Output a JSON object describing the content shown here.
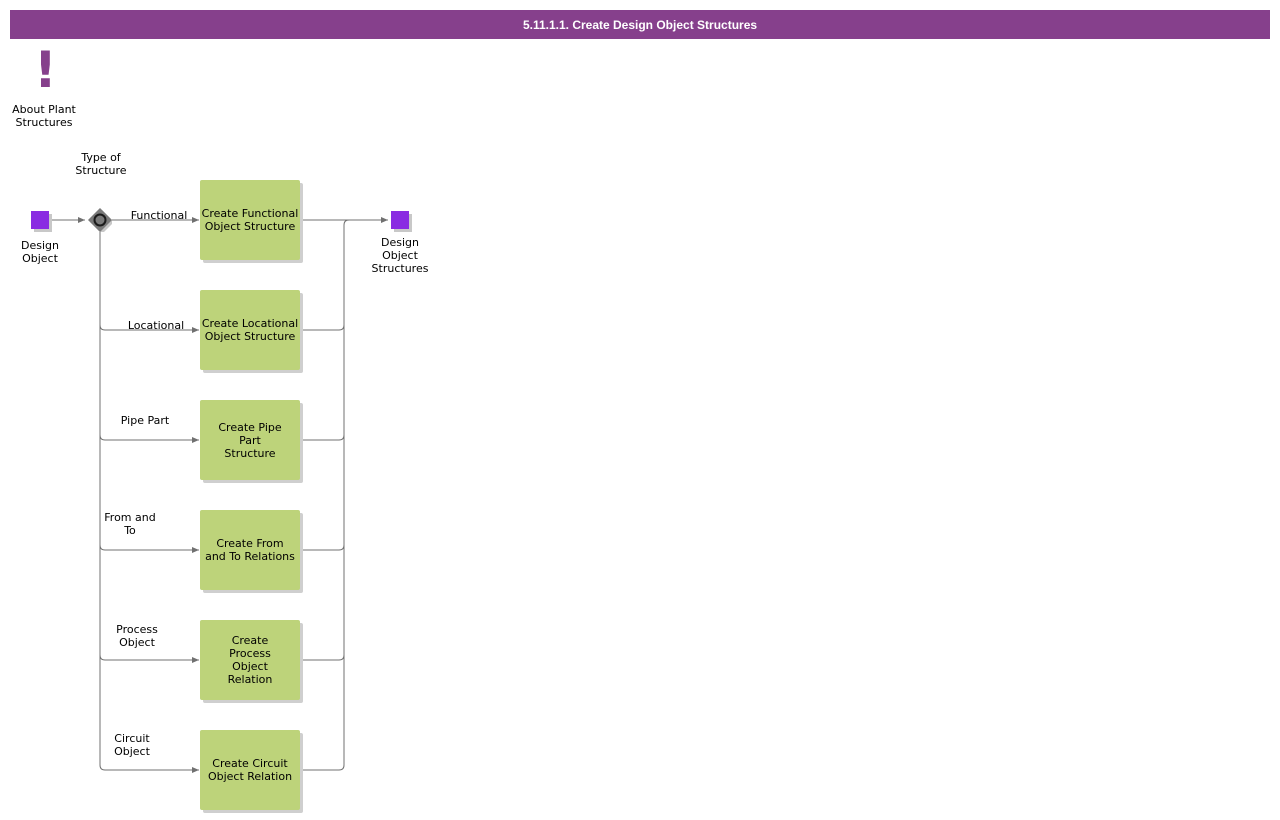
{
  "header": {
    "title": "5.11.1.1. Create Design Object Structures"
  },
  "info": {
    "label": "About Plant\nStructures",
    "icon": "exclamation-icon",
    "color": "#86408c"
  },
  "start_event": {
    "label": "Design\nObject"
  },
  "end_event": {
    "label": "Design\nObject\nStructures"
  },
  "gateway": {
    "label": "Type of\nStructure"
  },
  "branches": [
    {
      "condition": "Functional",
      "task": "Create Functional\nObject Structure"
    },
    {
      "condition": "Locational",
      "task": "Create Locational\nObject Structure"
    },
    {
      "condition": "Pipe Part",
      "task": "Create Pipe\nPart\nStructure"
    },
    {
      "condition": "From and\nTo",
      "task": "Create From\nand To Relations"
    },
    {
      "condition": "Process\nObject",
      "task": "Create\nProcess\nObject\nRelation"
    },
    {
      "condition": "Circuit\nObject",
      "task": "Create Circuit\nObject Relation"
    }
  ],
  "colors": {
    "header": "#86408c",
    "event": "#8a2be2",
    "task": "#bdd37a",
    "gateway": "#7a7a7a"
  }
}
